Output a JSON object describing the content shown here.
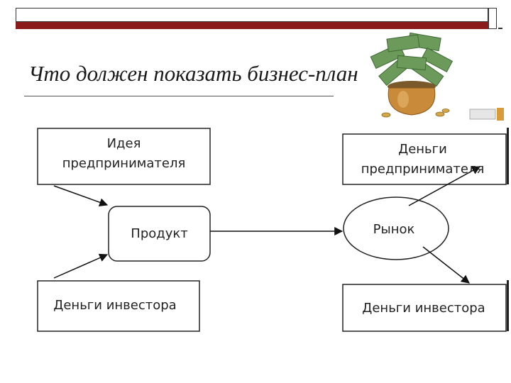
{
  "title": "Что должен показать бизнес-план",
  "diagram": {
    "idea": {
      "line1": "Идея",
      "line2": "предпринимателя"
    },
    "product": "Продукт",
    "investor_money_left": "Деньги инвестора",
    "entrepreneur_money": {
      "line1": "Деньги",
      "line2": "предпринимателя"
    },
    "market": "Рынок",
    "investor_money_right": "Деньги инвестора"
  },
  "colors": {
    "accent_bar": "#8b1a1a",
    "money_green": "#5a8a4a",
    "pot_gold": "#c98a3a"
  }
}
